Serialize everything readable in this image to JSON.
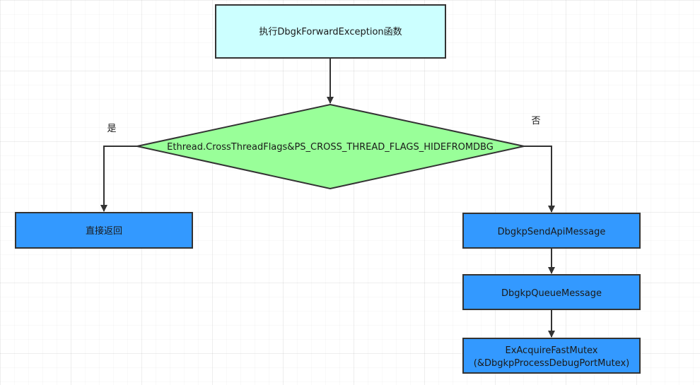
{
  "colors": {
    "start_fill": "#ccffff",
    "decision_fill": "#99ff99",
    "process_fill": "#3399ff",
    "stroke": "#333333",
    "grid": "#e6e6e6"
  },
  "nodes": {
    "start": {
      "label": "执行DbgkForwardException函数"
    },
    "decision": {
      "label": "Ethread.CrossThreadFlags&PS_CROSS_THREAD_FLAGS_HIDEFROMDBG"
    },
    "direct_return": {
      "label": "直接返回"
    },
    "send_api": {
      "label": "DbgkpSendApiMessage"
    },
    "queue": {
      "label": "DbgkpQueueMessage"
    },
    "acquire": {
      "line1": "ExAcquireFastMutex",
      "line2": "(&DbgkpProcessDebugPortMutex)"
    }
  },
  "edges": {
    "yes_label": "是",
    "no_label": "否"
  }
}
